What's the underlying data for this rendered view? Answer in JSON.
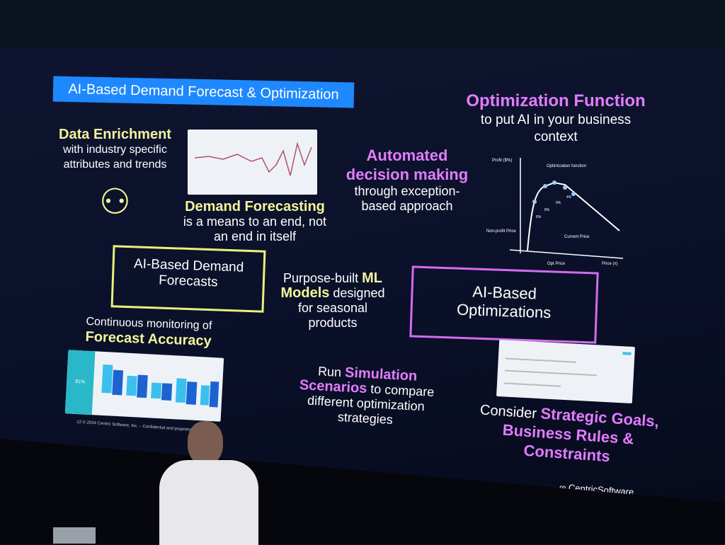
{
  "slide": {
    "banner": "AI-Based Demand Forecast & Optimization",
    "data_enrichment": {
      "title": "Data Enrichment",
      "text": "with industry specific attributes and trends"
    },
    "demand_forecasting": {
      "title": "Demand Forecasting",
      "text": "is a means to an end, not an end in itself"
    },
    "automated": {
      "title": "Automated decision making",
      "text": "through exception-based approach"
    },
    "optimization_function": {
      "title": "Optimization Function",
      "text": "to put AI in your business context"
    },
    "chart_labels": {
      "title": "Optimization function",
      "y": "Profit ($%)",
      "x": "Price (x)",
      "nonprofit": "Non-profit Price",
      "current": "Current Price",
      "opt": "Opt Price",
      "pcts": [
        "6%",
        "8%",
        "9%",
        "4%"
      ]
    },
    "box_forecasts": "AI-Based Demand Forecasts",
    "ml": {
      "a": "Purpose-built ",
      "b": "ML",
      "c": "Models",
      "d": " designed for seasonal products"
    },
    "box_optimizations": "AI-Based Optimizations",
    "monitoring": {
      "text": "Continuous monitoring of",
      "title": "Forecast Accuracy",
      "kpi": "81%"
    },
    "simulation": {
      "a": "Run ",
      "b": "Simulation Scenarios",
      "c": " to compare different optimization strategies"
    },
    "consider": {
      "a": "Consider ",
      "b": "Strategic Goals, Business Rules & Constraints"
    },
    "logo": "CentricSoftware",
    "footer": "12   © 2024 Centric Software, Inc. – Confidential and proprietary. Do not"
  },
  "colors": {
    "yellow": "#f2f59a",
    "purple": "#e27cff",
    "blue": "#1e88ff"
  }
}
